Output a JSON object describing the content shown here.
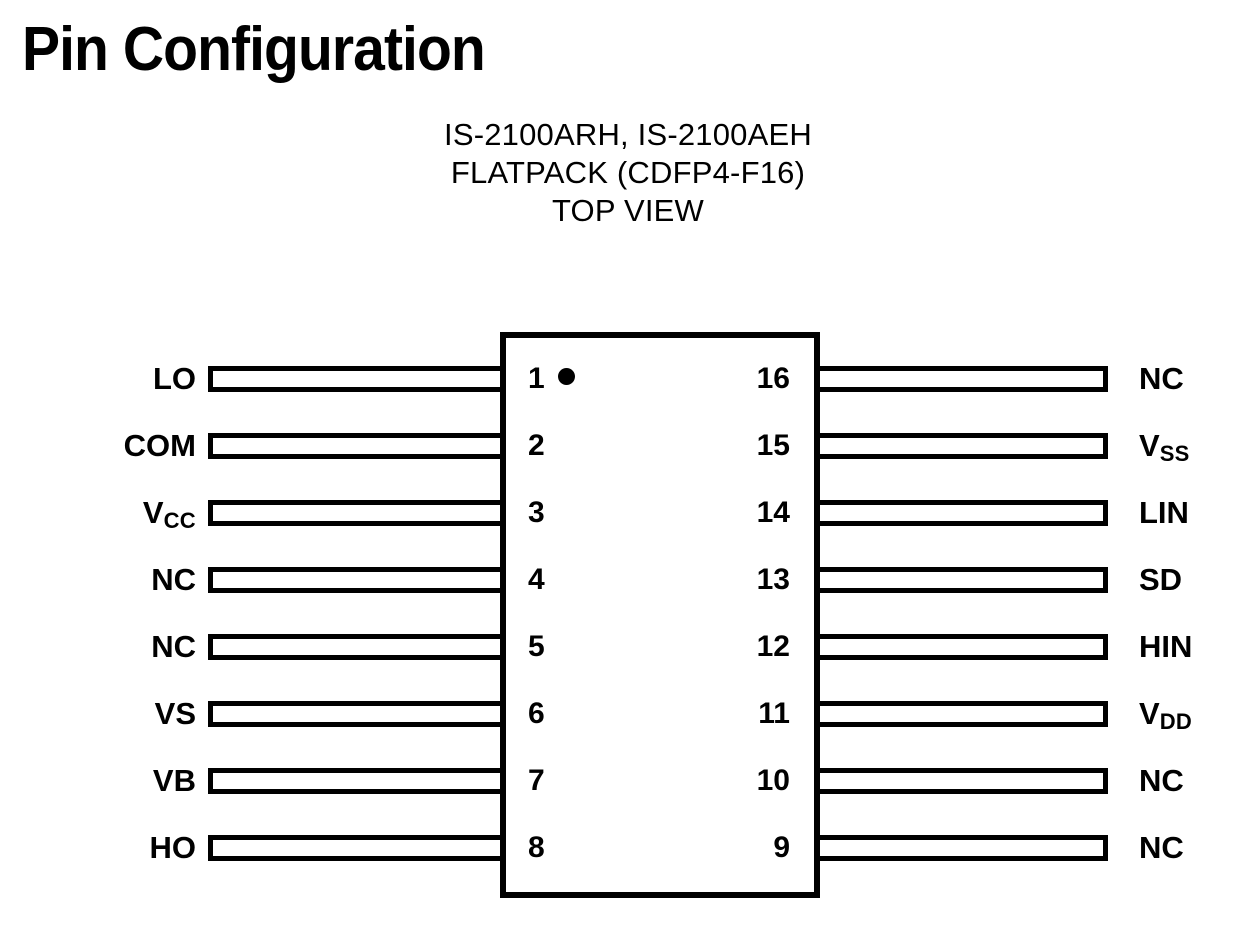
{
  "page": {
    "title": "Pin Configuration",
    "background_color": "#ffffff",
    "ink_color": "#000000"
  },
  "subtitle": {
    "lines": [
      "IS-2100ARH, IS-2100AEH",
      "FLATPACK (CDFP4-F16)",
      "TOP VIEW"
    ]
  },
  "package": {
    "part_numbers": [
      "IS-2100ARH",
      "IS-2100AEH"
    ],
    "package_type": "FLATPACK",
    "package_code": "CDFP4-F16",
    "view": "TOP VIEW",
    "pin_count": 16,
    "pin1_marker": "dot",
    "left_pin_numbers": [
      "1",
      "2",
      "3",
      "4",
      "5",
      "6",
      "7",
      "8"
    ],
    "right_pin_numbers": [
      "16",
      "15",
      "14",
      "13",
      "12",
      "11",
      "10",
      "9"
    ],
    "left_pins": [
      {
        "number": "1",
        "label": "LO",
        "sub": ""
      },
      {
        "number": "2",
        "label": "COM",
        "sub": ""
      },
      {
        "number": "3",
        "label": "V",
        "sub": "CC"
      },
      {
        "number": "4",
        "label": "NC",
        "sub": ""
      },
      {
        "number": "5",
        "label": "NC",
        "sub": ""
      },
      {
        "number": "6",
        "label": "VS",
        "sub": ""
      },
      {
        "number": "7",
        "label": "VB",
        "sub": ""
      },
      {
        "number": "8",
        "label": "HO",
        "sub": ""
      }
    ],
    "right_pins": [
      {
        "number": "16",
        "label": "NC",
        "sub": ""
      },
      {
        "number": "15",
        "label": "V",
        "sub": "SS"
      },
      {
        "number": "14",
        "label": "LIN",
        "sub": ""
      },
      {
        "number": "13",
        "label": "SD",
        "sub": ""
      },
      {
        "number": "12",
        "label": "HIN",
        "sub": ""
      },
      {
        "number": "11",
        "label": "V",
        "sub": "DD"
      },
      {
        "number": "10",
        "label": "NC",
        "sub": ""
      },
      {
        "number": "9",
        "label": "NC",
        "sub": ""
      }
    ]
  }
}
